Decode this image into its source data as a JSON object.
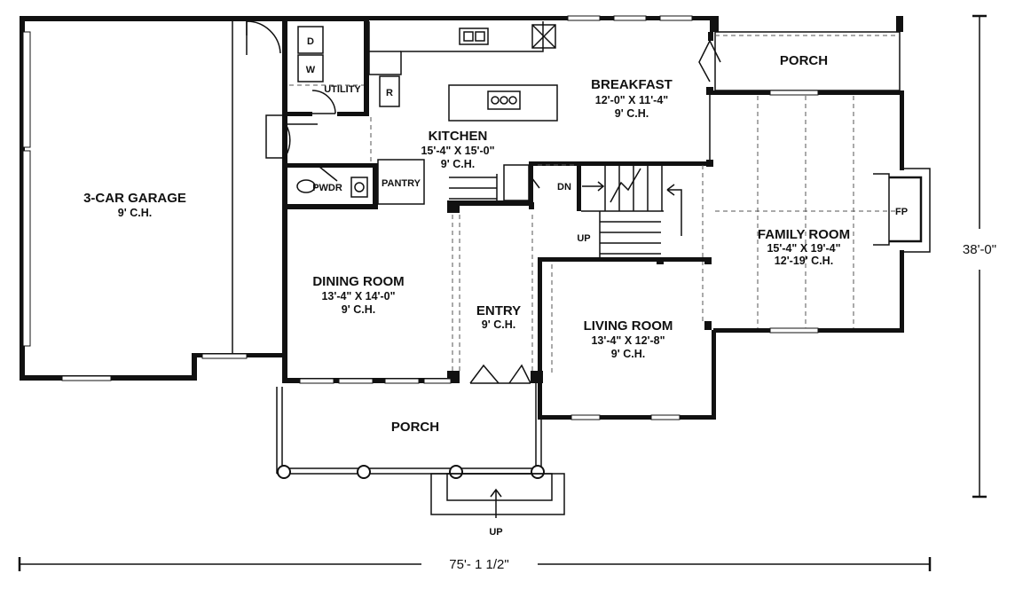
{
  "rooms": {
    "garage": {
      "name": "3-CAR GARAGE",
      "ceiling": "9' C.H."
    },
    "utility": {
      "name": "UTILITY"
    },
    "dryer": {
      "label": "D"
    },
    "washer": {
      "label": "W"
    },
    "refrigerator": {
      "label": "R"
    },
    "kitchen": {
      "name": "KITCHEN",
      "size": "15'-4\" X 15'-0\"",
      "ceiling": "9' C.H."
    },
    "breakfast": {
      "name": "BREAKFAST",
      "size": "12'-0\" X 11'-4\"",
      "ceiling": "9' C.H."
    },
    "rear_porch": {
      "name": "PORCH"
    },
    "family_room": {
      "name": "FAMILY ROOM",
      "size": "15'-4\" X 19'-4\"",
      "ceiling": "12'-19' C.H."
    },
    "fireplace": {
      "label": "FP"
    },
    "powder": {
      "name": "PWDR"
    },
    "pantry": {
      "name": "PANTRY"
    },
    "dining_room": {
      "name": "DINING ROOM",
      "size": "13'-4\" X 14'-0\"",
      "ceiling": "9' C.H."
    },
    "entry": {
      "name": "ENTRY",
      "ceiling": "9' C.H."
    },
    "living_room": {
      "name": "LIVING ROOM",
      "size": "13'-4\" X 12'-8\"",
      "ceiling": "9' C.H."
    },
    "front_porch": {
      "name": "PORCH"
    }
  },
  "stairs": {
    "down_label": "DN",
    "up_label": "UP"
  },
  "front_steps": {
    "up_label": "UP"
  },
  "dimensions": {
    "width": "75'- 1 1/2\"",
    "depth": "38'-0\""
  }
}
